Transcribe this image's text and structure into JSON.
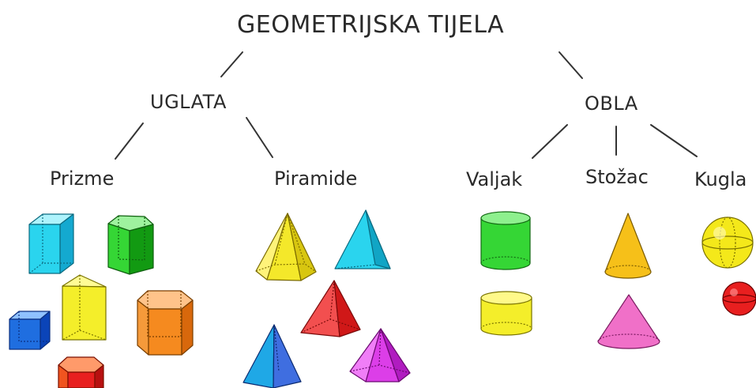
{
  "title": "GEOMETRIJSKA TIJELA",
  "branches": {
    "angular": {
      "label": "UGLATA",
      "children": {
        "prisms": "Prizme",
        "pyramids": "Piramide"
      }
    },
    "round": {
      "label": "OBLA",
      "children": {
        "cylinder": "Valjak",
        "cone": "Stožac",
        "sphere": "Kugla"
      }
    }
  },
  "colors": {
    "text": "#2a2a2a",
    "lines": "#333333",
    "cyan": "#2ad4ee",
    "green": "#35d635",
    "yellow": "#f4ee2a",
    "orange": "#f58a1f",
    "blue": "#1f6ee0",
    "red": "#e81f1f",
    "pink": "#f070c8",
    "magenta": "#dc3ee8",
    "gold": "#f6c019"
  },
  "shapes": {
    "prisms": [
      "cyan-rectangular-prism",
      "green-pentagonal-prism",
      "yellow-triangular-prism",
      "blue-cube",
      "orange-hexagonal-prism",
      "red-hexagonal-prism"
    ],
    "pyramids": [
      "yellow-hexagonal-pyramid",
      "cyan-triangular-pyramid",
      "red-triangular-pyramid",
      "blue-square-pyramid",
      "magenta-pentagonal-pyramid"
    ],
    "cylinders": [
      "green-cylinder",
      "yellow-cylinder"
    ],
    "cones": [
      "gold-cone",
      "pink-cone"
    ],
    "spheres": [
      "yellow-sphere",
      "red-sphere"
    ]
  }
}
